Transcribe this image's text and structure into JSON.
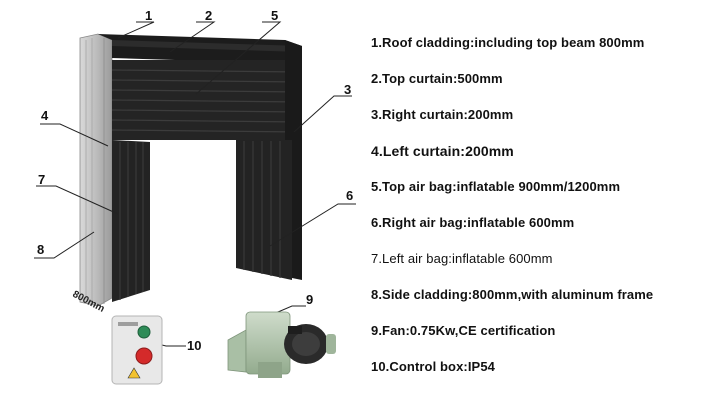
{
  "callouts": [
    "1",
    "2",
    "5",
    "3",
    "4",
    "7",
    "6",
    "8",
    "9",
    "10"
  ],
  "dimension_label": "800mm",
  "legend": [
    "1.Roof cladding:including top beam 800mm",
    "2.Top curtain:500mm",
    "3.Right curtain:200mm",
    "4.Left curtain:200mm",
    "5.Top air bag:inflatable 900mm/1200mm",
    "6.Right air bag:inflatable 600mm",
    "7.Left air bag:inflatable 600mm",
    "8.Side cladding:800mm,with aluminum frame",
    "9.Fan:0.75Kw,CE certification",
    "10.Control box:IP54"
  ],
  "colors": {
    "curtain": "#1f1f1f",
    "cladding": "#cfcfcf",
    "fan_body": "#b9cdb5",
    "control_box": "#e8e8e8",
    "stop_button": "#d42a2a",
    "start_button": "#2e8b57"
  }
}
